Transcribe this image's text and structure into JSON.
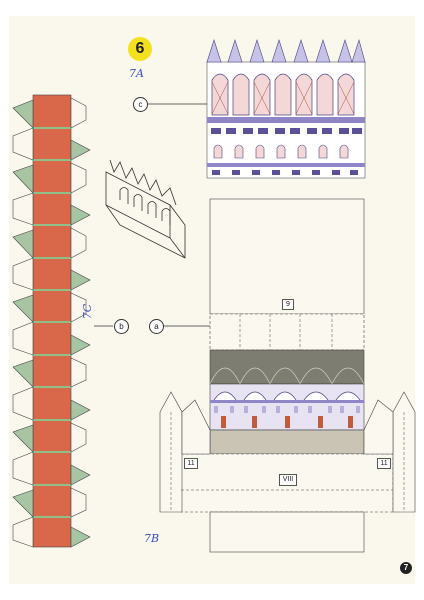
{
  "page": {
    "step_number": "6",
    "page_number": "7"
  },
  "handwritten": {
    "top": "7A",
    "middle": "7C",
    "bottom": "7B"
  },
  "callouts": {
    "c": "c",
    "b": "b",
    "a": "a"
  },
  "part_labels": {
    "fold_top": "9",
    "tab_left": "11",
    "tab_right": "11",
    "base": "VIII"
  },
  "colors": {
    "paper": "#faf7ed",
    "brick": "#d9674a",
    "green_tab": "#a7c4a3",
    "facade_purple": "#8e86c6",
    "vault_gray": "#7d7d72"
  }
}
